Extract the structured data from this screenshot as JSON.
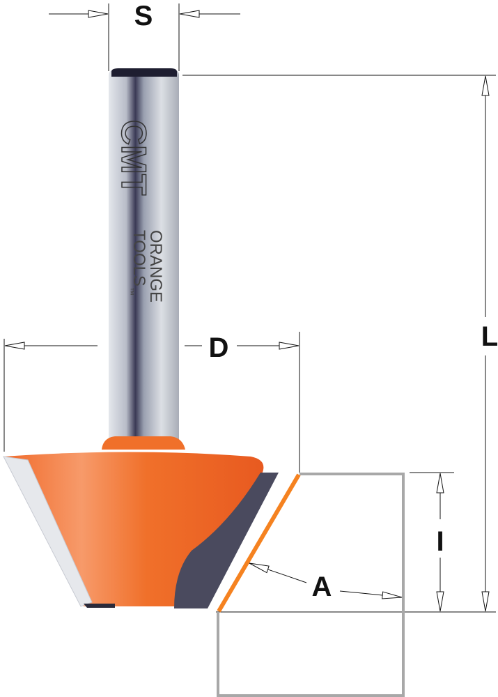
{
  "labels": {
    "shank_diameter": "S",
    "cutting_diameter": "D",
    "overall_length": "L",
    "cutting_height": "I",
    "angle": "A"
  },
  "logo": {
    "brand": "CMT",
    "line1": "ORANGE",
    "line2": "TOOLS",
    "tm": "™"
  },
  "colors": {
    "orange": "#f07a2a",
    "chamfer": "#f58220",
    "shank": "#c8ccd4",
    "workpiece": "#a8a8a8"
  }
}
